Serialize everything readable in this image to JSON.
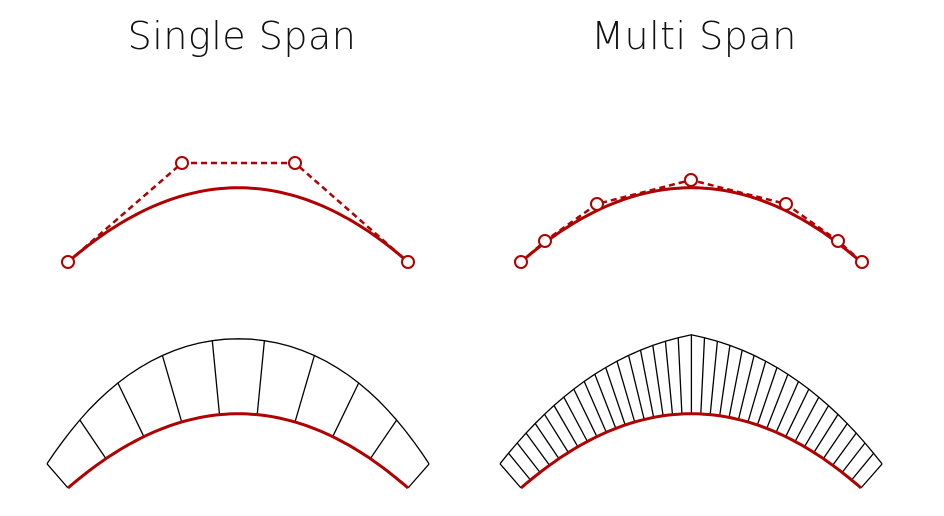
{
  "panels": [
    {
      "title": "Single Span",
      "segments": 9,
      "style": "smooth"
    },
    {
      "title": "Multi Span",
      "segments": 36,
      "style": "peaked"
    }
  ],
  "colors": {
    "curve": "#b00000",
    "outline": "#000000",
    "text": "#111111"
  }
}
